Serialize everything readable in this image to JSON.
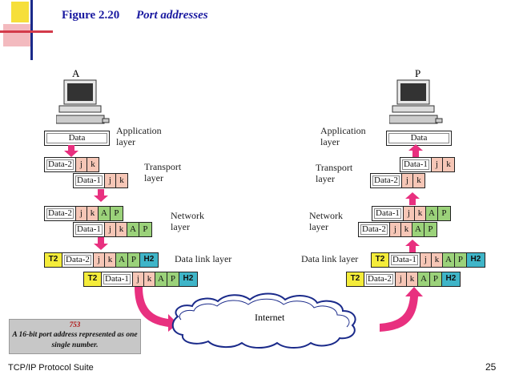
{
  "figure": {
    "number": "Figure 2.20",
    "title": "Port addresses"
  },
  "hosts": {
    "left": "A",
    "right": "P"
  },
  "layers": {
    "application": "Application\nlayer",
    "transport": "Transport\nlayer",
    "network": "Network\nlayer",
    "datalink": "Data link layer"
  },
  "packets": {
    "data": "Data",
    "data1": "Data-1",
    "data2": "Data-2",
    "j": "j",
    "k": "k",
    "a": "A",
    "p": "P",
    "h2": "H2",
    "t2": "T2"
  },
  "internet": "Internet",
  "note": {
    "number": "753",
    "text": "A 16-bit port address represented as one single number."
  },
  "footer": {
    "suite": "TCP/IP Protocol Suite",
    "page": "25"
  },
  "colors": {
    "arrow": "#e8307f",
    "header_jk": "#f6c6b6",
    "header_ap": "#9bd27a",
    "h2": "#3fb5c8",
    "t2": "#f4ec3a",
    "title": "#1a1aa0"
  }
}
